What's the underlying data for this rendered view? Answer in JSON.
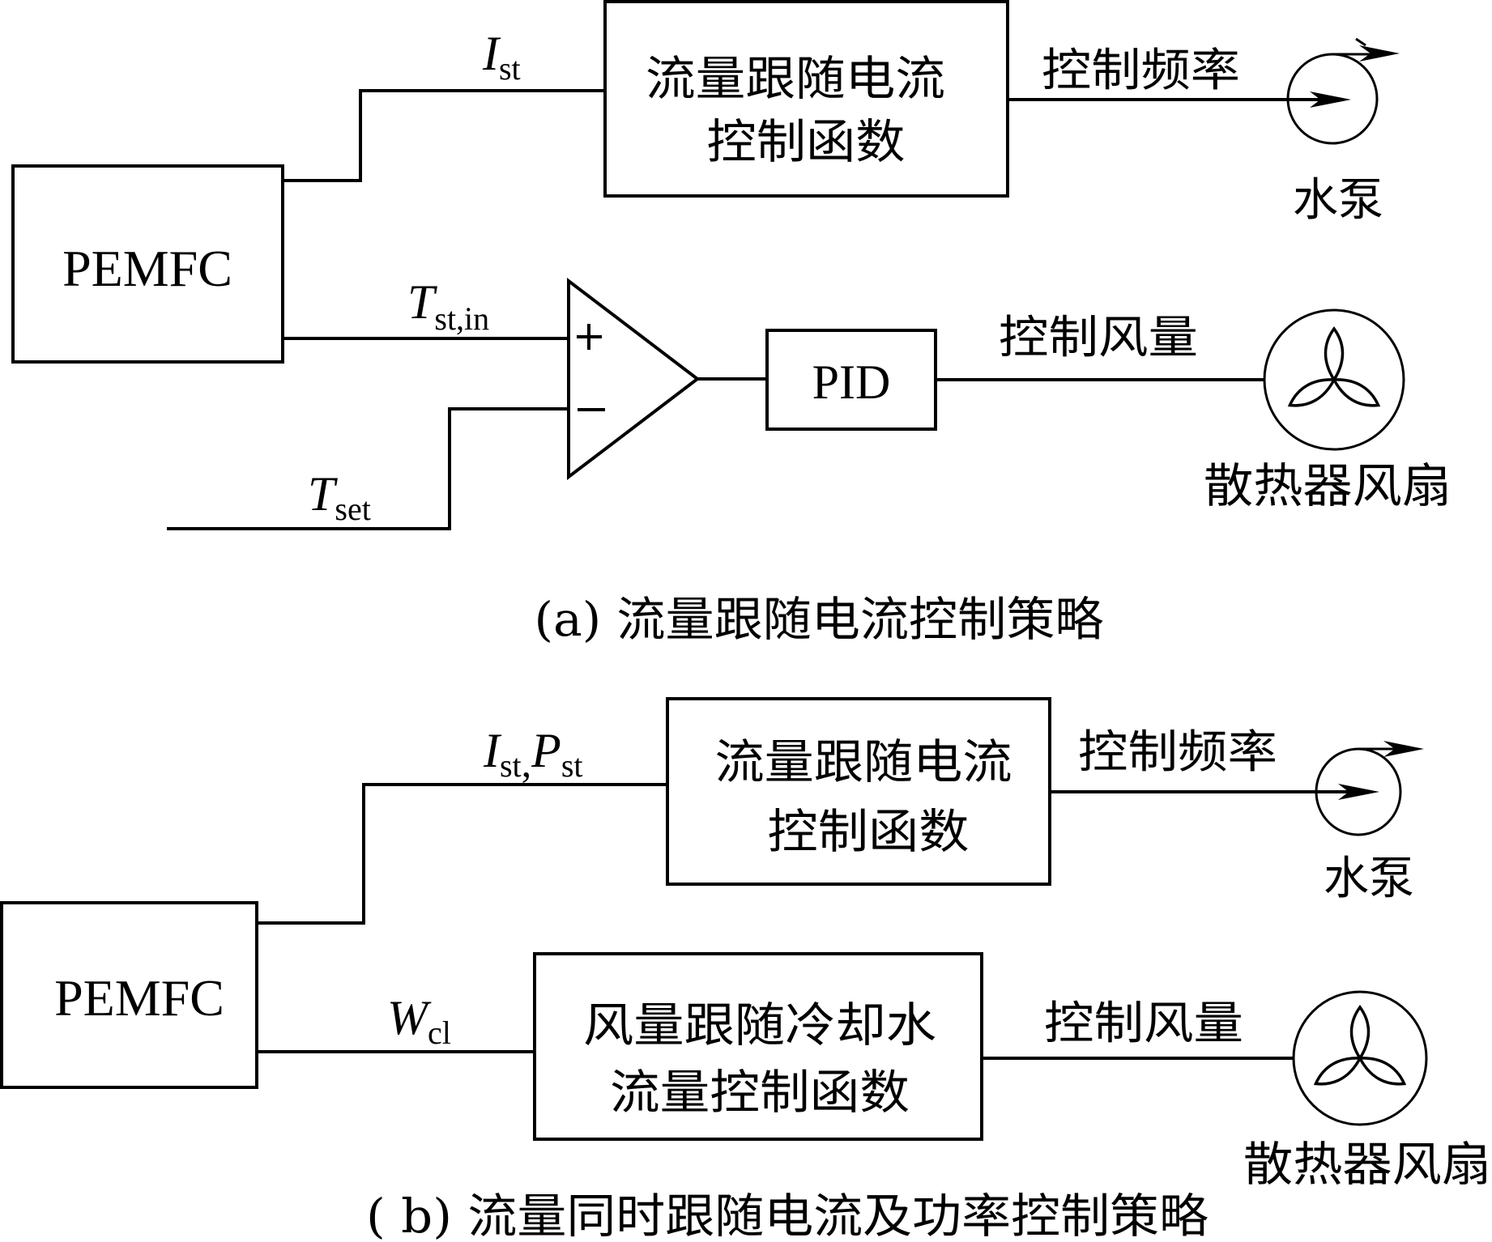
{
  "panel_a": {
    "source_block": "PEMFC",
    "signal_current": {
      "main": "I",
      "sub": "st"
    },
    "pump_control_block": {
      "line1": "流量跟随电流",
      "line2": "控制函数"
    },
    "pump_signal_label": "控制频率",
    "pump_label": "水泵",
    "signal_temp_in": {
      "main": "T",
      "sub": "st,in"
    },
    "signal_temp_set": {
      "main": "T",
      "sub": "set"
    },
    "comparator_plus": "+",
    "comparator_minus": "−",
    "controller_block": "PID",
    "fan_signal_label": "控制风量",
    "fan_label": "散热器风扇",
    "caption": "(a) 流量跟随电流控制策略"
  },
  "panel_b": {
    "source_block": "PEMFC",
    "signal_current_power": {
      "main1": "I",
      "sub1": "st",
      "sep": ",",
      "main2": "P",
      "sub2": "st"
    },
    "pump_control_block": {
      "line1": "流量跟随电流",
      "line2": "控制函数"
    },
    "pump_signal_label": "控制频率",
    "pump_label": "水泵",
    "signal_coolant_flow": {
      "main": "W",
      "sub": "cl"
    },
    "fan_control_block": {
      "line1": "风量跟随冷却水",
      "line2": "流量控制函数"
    },
    "fan_signal_label": "控制风量",
    "fan_label": "散热器风扇",
    "caption": "( b) 流量同时跟随电流及功率控制策略"
  }
}
